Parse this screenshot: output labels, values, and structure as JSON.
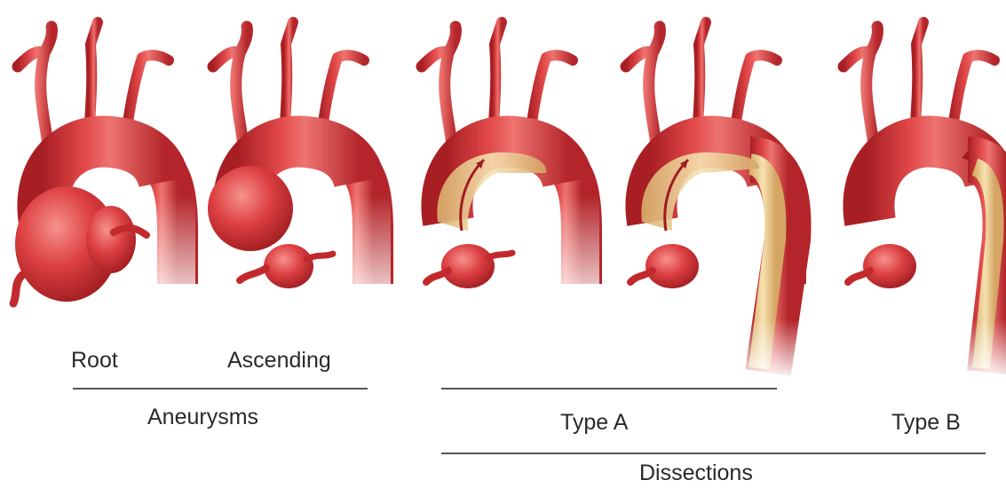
{
  "labels": {
    "root": "Root",
    "ascending": "Ascending",
    "aneurysms": "Aneurysms",
    "type_a": "Type A",
    "type_b": "Type B",
    "dissections": "Dissections"
  },
  "colors": {
    "vessel": "#d2373a",
    "vessel_dark": "#a81f23",
    "vessel_light": "#ee7470",
    "false_lumen": "#efd49a",
    "false_lumen_dark": "#c99a55",
    "text": "#2a2a2a",
    "rule": "#555555"
  }
}
